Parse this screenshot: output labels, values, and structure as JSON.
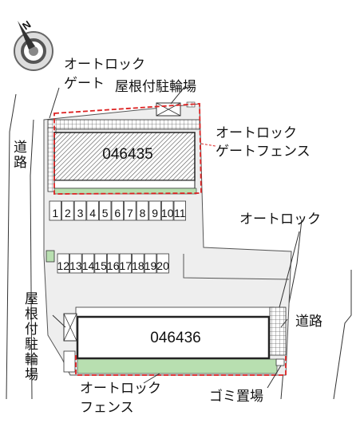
{
  "compass": {
    "north_letter": "N"
  },
  "buildings": [
    {
      "id": "046435"
    },
    {
      "id": "046436"
    }
  ],
  "parking_top": [
    "1",
    "2",
    "3",
    "4",
    "5",
    "6",
    "7",
    "8",
    "9",
    "10",
    "11"
  ],
  "parking_bottom": [
    "12",
    "13",
    "14",
    "15",
    "16",
    "17",
    "18",
    "19",
    "20"
  ],
  "labels": {
    "auto_lock_gate_line1": "オートロック",
    "auto_lock_gate_line2": "ゲート",
    "roofed_bike_parking_top": "屋根付駐輪場",
    "auto_lock_gate_fence_line1": "オートロック",
    "auto_lock_gate_fence_line2": "ゲートフェンス",
    "auto_lock_right": "オートロック",
    "road_left": "道路",
    "road_right": "道路",
    "roofed_bike_parking_left": "屋根付駐輪場",
    "auto_lock_fence_line1": "オートロック",
    "auto_lock_fence_line2": "フェンス",
    "garbage": "ゴミ置場"
  },
  "colors": {
    "ground": "#eeeeee",
    "fence": "#dd2222",
    "hedge": "#b8dfb0",
    "building_outline": "#222222"
  }
}
